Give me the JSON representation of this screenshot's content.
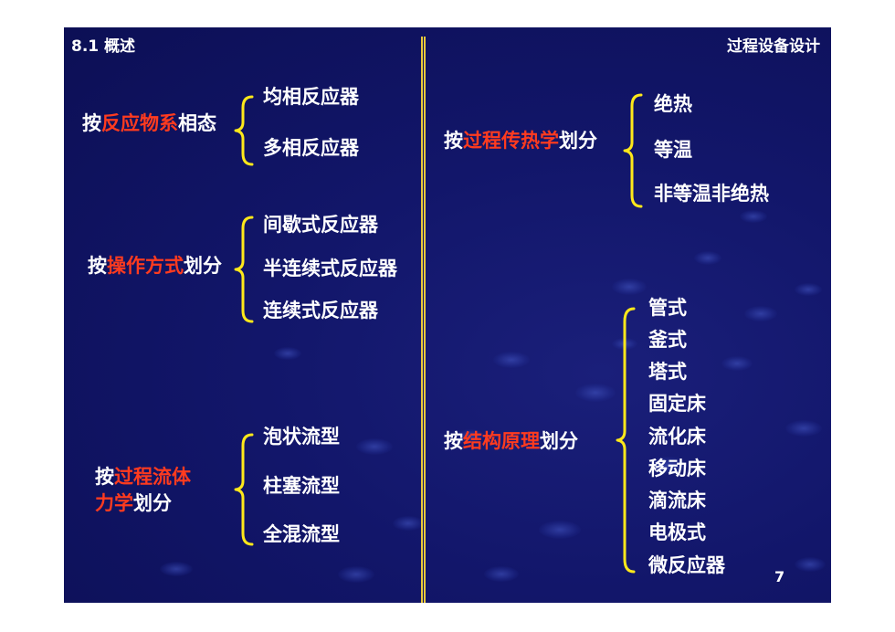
{
  "header": {
    "section": "8.1 概述",
    "course": "过程设备设计"
  },
  "left": {
    "group1": {
      "label": {
        "pre": "按",
        "hl": "反应物系",
        "post": "相态"
      },
      "items": [
        "均相反应器",
        "多相反应器"
      ]
    },
    "group2": {
      "label": {
        "pre": "按",
        "hl": "操作方式",
        "post": "划分"
      },
      "items": [
        "间歇式反应器",
        "半连续式反应器",
        "连续式反应器"
      ]
    },
    "group3": {
      "label": {
        "pre": "按",
        "hl_line1": "过程流体",
        "hl_line2": "力学",
        "post": "划分"
      },
      "items": [
        "泡状流型",
        "柱塞流型",
        "全混流型"
      ]
    }
  },
  "right": {
    "group1": {
      "label": {
        "pre": "按",
        "hl": "过程传热学",
        "post": "划分"
      },
      "items": [
        "绝热",
        "等温",
        "非等温非绝热"
      ]
    },
    "group2": {
      "label": {
        "pre": "按",
        "hl": "结构原理",
        "post": "划分"
      },
      "items": [
        "管式",
        "釜式",
        "塔式",
        "固定床",
        "流化床",
        "移动床",
        "滴流床",
        "电极式",
        "微反应器"
      ]
    }
  },
  "page_number": "7",
  "colors": {
    "background": "#12166a",
    "text": "#ffffff",
    "highlight": "#ff3b1f",
    "brace": "#ffe81a",
    "divider": "#e8c83a"
  }
}
